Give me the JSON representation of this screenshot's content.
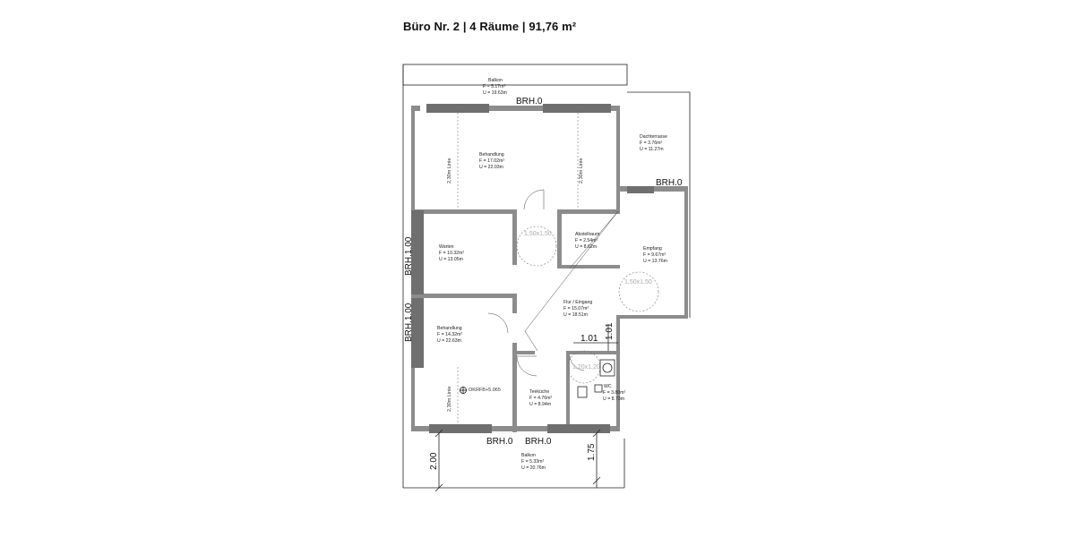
{
  "title": "Büro Nr. 2 | 4 Räume | 91,76 m²",
  "rooms": {
    "balkon_top": {
      "name": "Balkon",
      "area": "F = 5.17m²",
      "perimeter": "U = 19.63m"
    },
    "behandlung_top": {
      "name": "Behandlung",
      "area": "F = 17.02m²",
      "perimeter": "U = 22.03m"
    },
    "dachterrasse": {
      "name": "Dachterrasse",
      "area": "F = 3.76m²",
      "perimeter": "U = 11.27m"
    },
    "abstellraum": {
      "name": "Abstellraum",
      "area": "F = 2.54m²",
      "perimeter": "U = 8.62m"
    },
    "warten": {
      "name": "Warten",
      "area": "F = 10.32m²",
      "perimeter": "U = 13.05m"
    },
    "empfang": {
      "name": "Empfang",
      "area": "F = 9.67m²",
      "perimeter": "U = 13.76m"
    },
    "flur": {
      "name": "Flur / Eingang",
      "area": "F = 15.07m²",
      "perimeter": "U = 18.51m"
    },
    "behandlung_left": {
      "name": "Behandlung",
      "area": "F = 14.32m²",
      "perimeter": "U = 22.63m"
    },
    "teekueche": {
      "name": "Teeküche",
      "area": "F = 4.76m²",
      "perimeter": "U = 8.94m"
    },
    "wc": {
      "name": "WC",
      "area": "F = 3.80m²",
      "perimeter": "U = 8.73m"
    },
    "balkon_bottom": {
      "name": "Balkon",
      "area": "F = 5.33m²",
      "perimeter": "U = 20.76m"
    }
  },
  "labels": {
    "brh0": "BRH.0",
    "brh100": "BRH.1.00",
    "line230": "2,30m Linie",
    "circle150": "1,50x1,50",
    "circle120": "1,20x1,20",
    "okrfb": "OKRFB+5.065",
    "dim101": "1.01",
    "dim200": "2.00",
    "dim175": "1.75"
  }
}
